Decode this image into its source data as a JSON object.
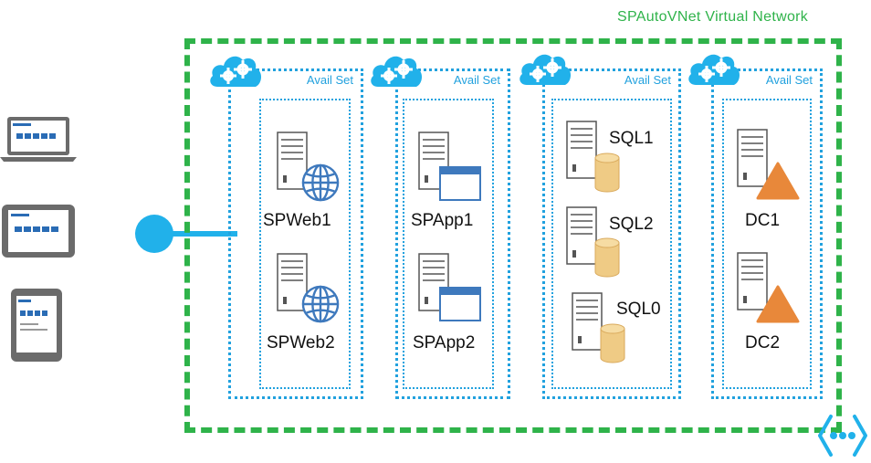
{
  "vnet": {
    "title": "SPAutoVNet  Virtual Network"
  },
  "avail_sets": [
    {
      "label": "Avail Set",
      "vms": [
        {
          "name": "SPWeb1",
          "role": "web"
        },
        {
          "name": "SPWeb2",
          "role": "web"
        }
      ]
    },
    {
      "label": "Avail Set",
      "vms": [
        {
          "name": "SPApp1",
          "role": "app"
        },
        {
          "name": "SPApp2",
          "role": "app"
        }
      ]
    },
    {
      "label": "Avail Set",
      "vms": [
        {
          "name": "SQL1",
          "role": "sql"
        },
        {
          "name": "SQL2",
          "role": "sql"
        },
        {
          "name": "SQL0",
          "role": "sql"
        }
      ]
    },
    {
      "label": "Avail Set",
      "vms": [
        {
          "name": "DC1",
          "role": "dc"
        },
        {
          "name": "DC2",
          "role": "dc"
        }
      ]
    }
  ],
  "devices": [
    "laptop-icon",
    "tablet-landscape-icon",
    "tablet-portrait-icon"
  ],
  "colors": {
    "vnet_border": "#2fb34a",
    "avail_border": "#21a1de",
    "cloud": "#21b1ea",
    "globe": "#3e79bd",
    "db": "#efcb85",
    "dc": "#e8883a"
  }
}
